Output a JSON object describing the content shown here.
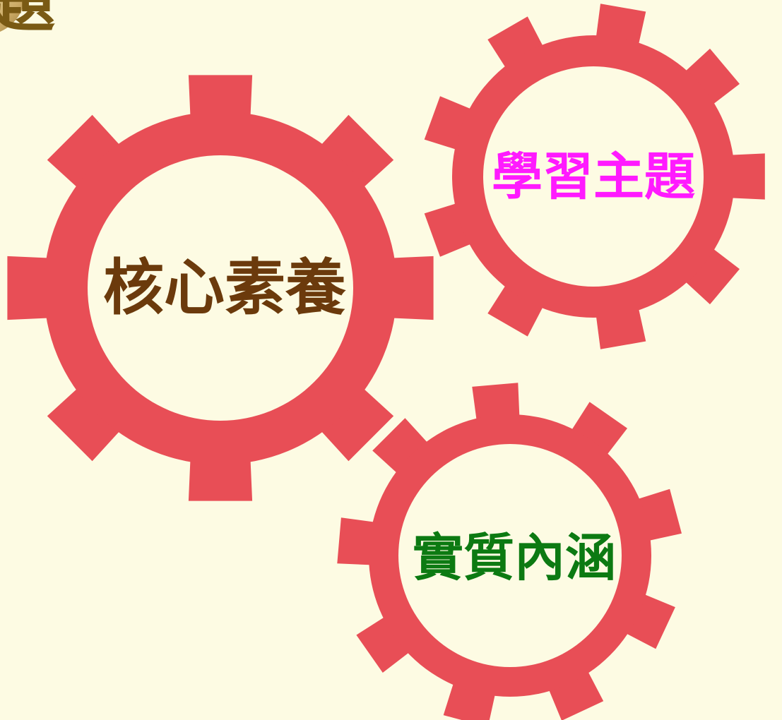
{
  "gears": [
    {
      "label": "核心素養",
      "color": "#6b3a0c"
    },
    {
      "label": "學習主題",
      "color": "#ff1aff"
    },
    {
      "label": "實質內涵",
      "color": "#0c7a12"
    }
  ],
  "gear_color": "#e84e56",
  "background": "#fdfbe3",
  "corner_text": "題"
}
